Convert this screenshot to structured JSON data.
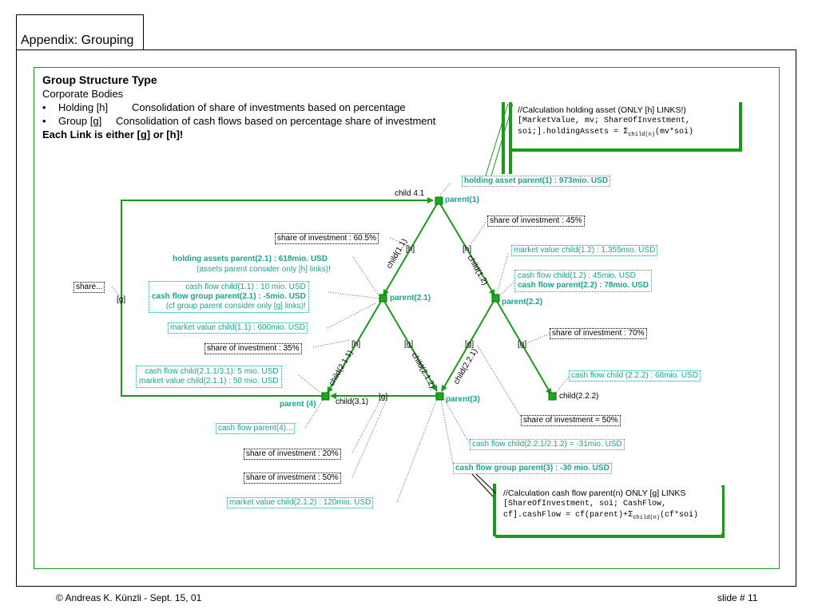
{
  "slide": {
    "title": "Appendix: Grouping",
    "footer_left": "© Andreas K. Künzli - Sept. 15, 01",
    "footer_right": "slide # 11"
  },
  "header": {
    "heading": "Group Structure Type",
    "subheading": "Corporate Bodies",
    "bullets": [
      {
        "term": "Holding [h]",
        "desc": "Consolidation of share of investments based on percentage"
      },
      {
        "term": "Group [g]",
        "desc": "Consolidation of cash flows based on percentage share of investment"
      }
    ],
    "rule": "Each Link is either [g] or [h]!"
  },
  "notes": {
    "holding": {
      "line1": "//Calculation holding asset (ONLY  [h] LINKS!)",
      "line2": "[MarketValue, mv; ShareOfInvestment,",
      "line3_pre": "soi;].holdingAssets = ",
      "sigma": "Σ",
      "sub": "child(n)",
      "line3_post": "(mv*soi)"
    },
    "cashflow": {
      "line1": "//Calculation cash flow parent(n) ONLY [g] LINKS",
      "line2": "[ShareOfInvestment, soi; CashFlow,",
      "line3_pre": "cf].cashFlow = cf(parent)+",
      "sigma": "Σ",
      "sub": "child(n)",
      "line3_post": "(cf*soi)"
    }
  },
  "nodes": {
    "parent1": "parent(1)",
    "parent21": "parent(2.1)",
    "parent22": "parent(2.2)",
    "parent3": "parent(3)",
    "parent4": "parent (4)",
    "child222": "child(2.2.2)",
    "child31": "child(3.1)",
    "child41": "child 4.1"
  },
  "edges": {
    "child11": "child(1.1)",
    "child12": "child(1.2)",
    "child211": "child(2.1.1)",
    "child212": "child(2.1.2)",
    "child221": "child(2.2.1)"
  },
  "tags": {
    "h1": "[h]",
    "h2": "[h]",
    "h3": "[h]",
    "g1": "[g]",
    "g2": "[g]",
    "g3": "[g]",
    "g4": "[g]",
    "g5": "[g]"
  },
  "labels": {
    "holding_asset_parent1": "holding asset parent(1) : 973mio. USD",
    "soi_45": "share of investment : 45%",
    "soi_605": "share of investment : 60.5%",
    "mv_child12": "market value child(1.2) : 1,355mio. USD",
    "holding_assets_parent21": "holding assets parent(2.1)  : 618mio. USD",
    "holding_assets_note": "(assets parent consider only [h] links)!",
    "cf_child12": "cash flow child(1.2) : 45mio. USD",
    "cf_parent22": "cash flow parent(2.2) :  78mio. USD",
    "share_dots": "share...",
    "cf_child11": "cash flow child(1.1) : 10 mio. USD",
    "cf_group_parent21": "cash flow group parent(2.1) : -5mio. USD",
    "cf_group_note": "(cf group parent consider only [g] links)!",
    "mv_child11": "market value child(1.1) : 600mio. USD",
    "soi_70": "share of investment : 70%",
    "soi_35": "share of investment : 35%",
    "cf_child2113": "cash flow child(2.1.1/3.1): 5 mio. USD",
    "mv_child211": "market value child(2.1.1) : 50 mio. USD",
    "cf_child222": "cash flow child (2.2.2) : 68mio. USD",
    "soi_50eq": "share of investment = 50%",
    "cf_parent4": "cash flow parent(4)...",
    "cf_child2212": "cash flow child(2.2.1/2.1.2) = -31mio. USD",
    "soi_20": "share of investment : 20%",
    "cf_group_parent3": "cash flow group parent(3) : -30 mio. USD",
    "soi_50": "share of investment : 50%",
    "mv_child212": "market value child(2.1.2) : 120mio. USD"
  },
  "colors": {
    "node_green": "#1aaa1a",
    "edge_green": "#1a9a1a",
    "label_teal": "#1aa58e"
  }
}
